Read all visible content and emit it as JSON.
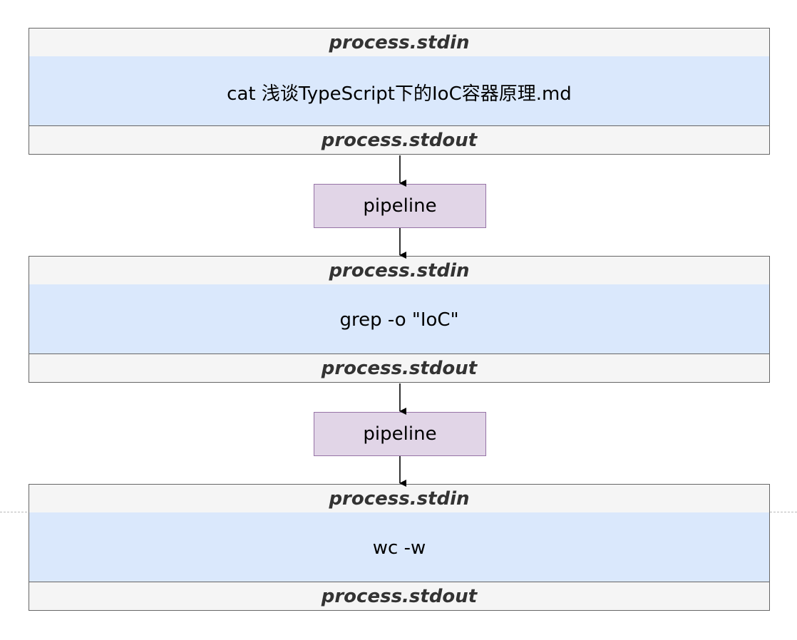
{
  "guide_line_color": "#b8b8b8",
  "colors": {
    "io_fill": "#f5f5f5",
    "io_stroke": "#666666",
    "cmd_fill": "#dae8fc",
    "pipe_fill": "#e1d5e7",
    "pipe_stroke": "#9673a6"
  },
  "processes": [
    {
      "stdin_label": "process.stdin",
      "command": "cat 浅谈TypeScript下的IoC容器原理.md",
      "stdout_label": "process.stdout"
    },
    {
      "stdin_label": "process.stdin",
      "command": "grep -o \"IoC\"",
      "stdout_label": "process.stdout"
    },
    {
      "stdin_label": "process.stdin",
      "command": "wc -w",
      "stdout_label": "process.stdout"
    }
  ],
  "pipelines": [
    {
      "label": "pipeline"
    },
    {
      "label": "pipeline"
    }
  ]
}
